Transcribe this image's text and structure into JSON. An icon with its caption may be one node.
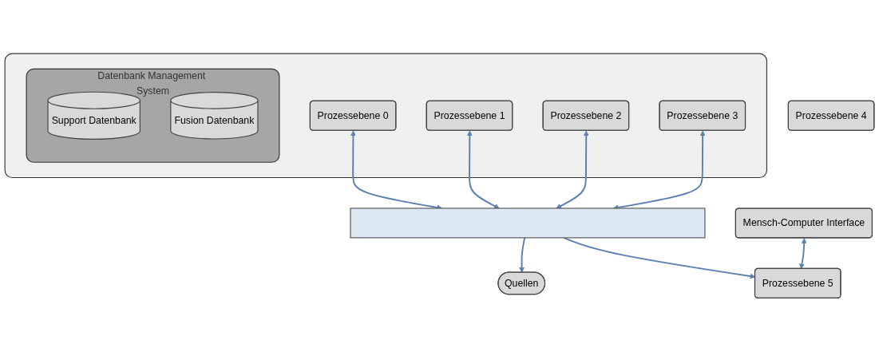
{
  "diagram": {
    "nodes": [
      {
        "text": [
          "Quellen"
        ]
      },
      {
        "text": [],
        "shape": "box"
      },
      {
        "text": [
          "Prozessebene 0"
        ],
        "in": 1
      },
      {
        "text": [
          "Prozessebene 1"
        ],
        "in": 1
      },
      {
        "text": [
          "Prozessebene 2"
        ],
        "in": 1
      },
      {
        "text": [
          "Prozessebene 3"
        ],
        "in": 1
      },
      {
        "text": [],
        "shape": "bar"
      },
      {
        "text": [
          "Datenbank Management System"
        ],
        "in": 1
      },
      {
        "text": [
          "Support Datenbank"
        ],
        "in": 7
      },
      {
        "text": [
          "Fusion Datenbank"
        ],
        "in": 7
      },
      {
        "text": [
          "Prozessebene 4"
        ]
      },
      {
        "text": [
          "Mensch-Computer Interface"
        ]
      },
      {
        "text": [
          "Prozessebene 5"
        ]
      }
    ],
    "edges": [
      {
        "from": 6,
        "to": 0,
        "arrow": "to"
      },
      {
        "from": 6,
        "to": 12,
        "arrow": "to"
      },
      {
        "from": 2,
        "to": 6,
        "arrow": "both"
      },
      {
        "from": 3,
        "to": 6,
        "arrow": "both"
      },
      {
        "from": 4,
        "to": 6,
        "arrow": "both"
      },
      {
        "from": 5,
        "to": 6,
        "arrow": "both"
      },
      {
        "from": 11,
        "to": 12,
        "arrow": "both"
      }
    ]
  }
}
